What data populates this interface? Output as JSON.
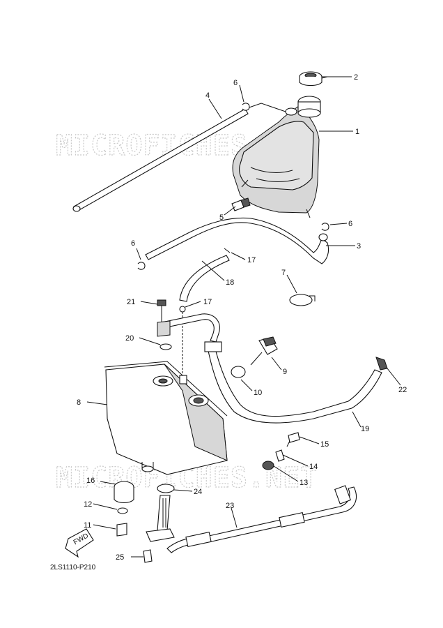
{
  "watermarks": [
    "MICROFICHES.NET",
    "MICROFICHES.NET"
  ],
  "diagram_ref": "2LS1110-P210",
  "fwd_label": "FWD",
  "callouts": [
    {
      "id": "c1",
      "label": "1"
    },
    {
      "id": "c2",
      "label": "2"
    },
    {
      "id": "c3",
      "label": "3"
    },
    {
      "id": "c4",
      "label": "4"
    },
    {
      "id": "c5",
      "label": "5"
    },
    {
      "id": "c6a",
      "label": "6"
    },
    {
      "id": "c6b",
      "label": "6"
    },
    {
      "id": "c6c",
      "label": "6"
    },
    {
      "id": "c7",
      "label": "7"
    },
    {
      "id": "c8",
      "label": "8"
    },
    {
      "id": "c9",
      "label": "9"
    },
    {
      "id": "c10",
      "label": "10"
    },
    {
      "id": "c11",
      "label": "11"
    },
    {
      "id": "c12",
      "label": "12"
    },
    {
      "id": "c13",
      "label": "13"
    },
    {
      "id": "c14",
      "label": "14"
    },
    {
      "id": "c15",
      "label": "15"
    },
    {
      "id": "c16",
      "label": "16"
    },
    {
      "id": "c17a",
      "label": "17"
    },
    {
      "id": "c17b",
      "label": "17"
    },
    {
      "id": "c18",
      "label": "18"
    },
    {
      "id": "c19",
      "label": "19"
    },
    {
      "id": "c20",
      "label": "20"
    },
    {
      "id": "c21",
      "label": "21"
    },
    {
      "id": "c22",
      "label": "22"
    },
    {
      "id": "c23",
      "label": "23"
    },
    {
      "id": "c24",
      "label": "24"
    },
    {
      "id": "c25",
      "label": "25"
    }
  ]
}
